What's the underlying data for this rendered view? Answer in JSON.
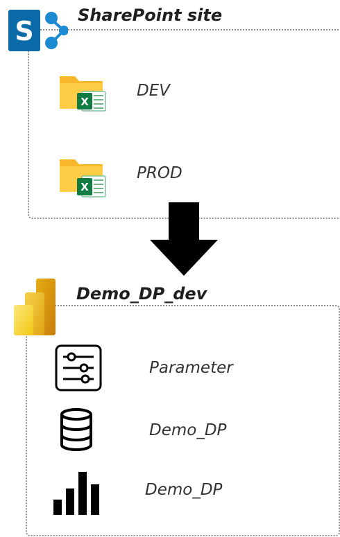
{
  "sharepoint": {
    "title": "SharePoint site",
    "logo_icon": "sharepoint-logo-icon",
    "folders": [
      {
        "label": "DEV",
        "icon": "excel-folder-icon"
      },
      {
        "label": "PROD",
        "icon": "excel-folder-icon"
      }
    ]
  },
  "flow_arrow_icon": "arrow-down-icon",
  "powerbi": {
    "title": "Demo_DP_dev",
    "logo_icon": "power-bi-logo-icon",
    "items": [
      {
        "label": "Parameter",
        "icon": "sliders-icon"
      },
      {
        "label": "Demo_DP",
        "icon": "database-icon"
      },
      {
        "label": "Demo_DP",
        "icon": "bar-chart-icon"
      }
    ]
  },
  "colors": {
    "sharepoint": "#0b7a8a",
    "sharepoint_dark": "#036c70",
    "excel": "#107c41",
    "folder": "#ffc83d",
    "powerbi_light": "#f2c811",
    "powerbi_dark": "#c69a00"
  }
}
